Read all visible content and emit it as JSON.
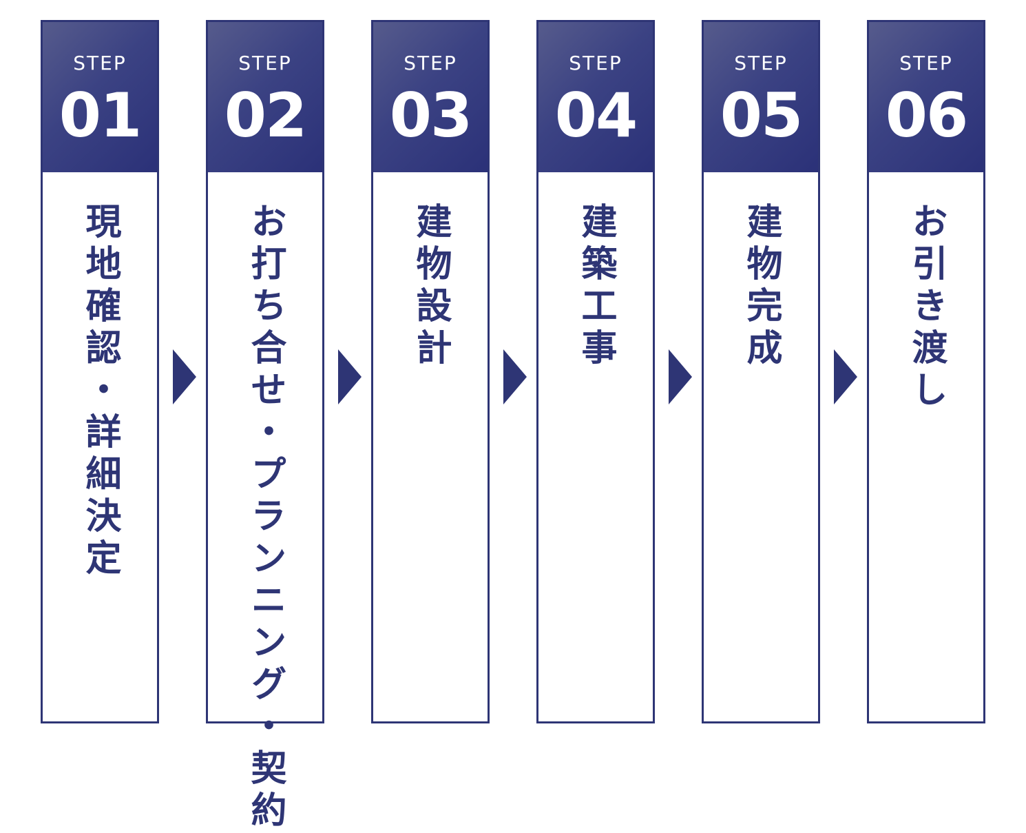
{
  "steps": [
    {
      "label": "STEP",
      "number": "01",
      "title": "現地確認・詳細決定"
    },
    {
      "label": "STEP",
      "number": "02",
      "title": "お打ち合せ・プランニング・契約"
    },
    {
      "label": "STEP",
      "number": "03",
      "title": "建物設計"
    },
    {
      "label": "STEP",
      "number": "04",
      "title": "建築工事"
    },
    {
      "label": "STEP",
      "number": "05",
      "title": "建物完成"
    },
    {
      "label": "STEP",
      "number": "06",
      "title": "お引き渡し"
    }
  ],
  "colors": {
    "primary": "#2e3575",
    "header_gradient_start": "#565b8c",
    "header_gradient_end": "#2b3178",
    "background": "#ffffff",
    "header_text": "#ffffff"
  },
  "icons": {
    "arrow": "chevron-right-icon"
  }
}
